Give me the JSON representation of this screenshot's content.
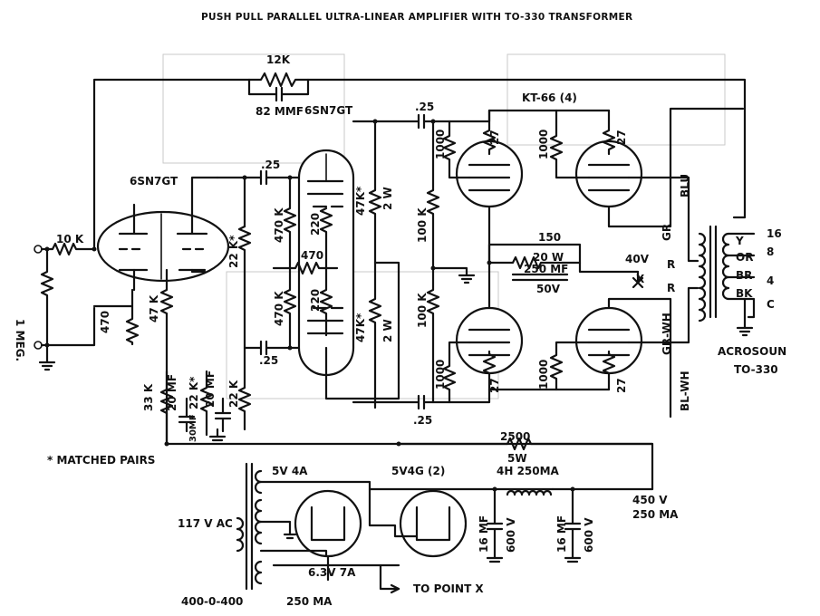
{
  "title": "PUSH PULL PARALLEL ULTRA-LINEAR AMPLIFIER WITH TO-330 TRANSFORMER",
  "labels": {
    "fb_res": "12K",
    "fb_cap": "82 MMF",
    "in_tube": "6SN7GT",
    "drv_tube": "6SN7GT",
    "out_tubes": "KT-66 (4)",
    "in_res": "10 K",
    "grid_res": "1 MEG.",
    "cath1": "470",
    "plate1": "47 K",
    "cap_a": ".25",
    "cap_b": ".25",
    "cap_c": ".25",
    "cap_d": ".25",
    "r22k_top": "22 K*",
    "r470k_a": "470 K",
    "r470k_b": "470 K",
    "r220_a": "220",
    "r220_b": "220",
    "r470_mid": "470",
    "r47k_a": "47K*",
    "r47k_a2": "2 W",
    "r47k_b": "47K*",
    "r47k_b2": "2 W",
    "r100k_a": "100 K",
    "r100k_b": "100 K",
    "r1000_a": "1000",
    "r1000_b": "1000",
    "r1000_c": "1000",
    "r1000_d": "1000",
    "r27_a": "27",
    "r27_b": "27",
    "r27_c": "27",
    "r27_d": "27",
    "bias_r": "150",
    "bias_r2": "20 W",
    "bias_c": "250 MF",
    "bias_v": "50V",
    "v40": "40V",
    "x_mark": "X",
    "blu": "BLU",
    "gr": "GR",
    "r1": "R",
    "r2": "R",
    "grwh": "GR-WH",
    "blwh": "BL-WH",
    "y": "Y",
    "or": "OR",
    "br": "BR",
    "bk": "BK",
    "tap16": "16",
    "tap8": "8",
    "tap4": "4",
    "tapc": "C",
    "xfmr": "ACROSOUN",
    "xfmr2": "TO-330",
    "r33k": "33 K",
    "c20mf_a": "20 MF",
    "r22k_b": "22 K*",
    "c20mf_b": "20 MF",
    "r22k_c": "22 K",
    "c30mf": "30MF",
    "r2500": "2500",
    "r5w": "5W",
    "matched": "* MATCHED PAIRS",
    "fil5v": "5V 4A",
    "rect": "5V4G (2)",
    "choke": "4H 250MA",
    "c16a": "16 MF",
    "c16a_v": "600 V",
    "c16b": "16 MF",
    "c16b_v": "600 V",
    "b_plus": "450 V",
    "b_plus2": "250 MA",
    "mains": "117 V AC",
    "fil63": "6.3V 7A",
    "hv": "400-0-400",
    "hv_i": "250 MA",
    "to_x": "TO POINT X"
  }
}
